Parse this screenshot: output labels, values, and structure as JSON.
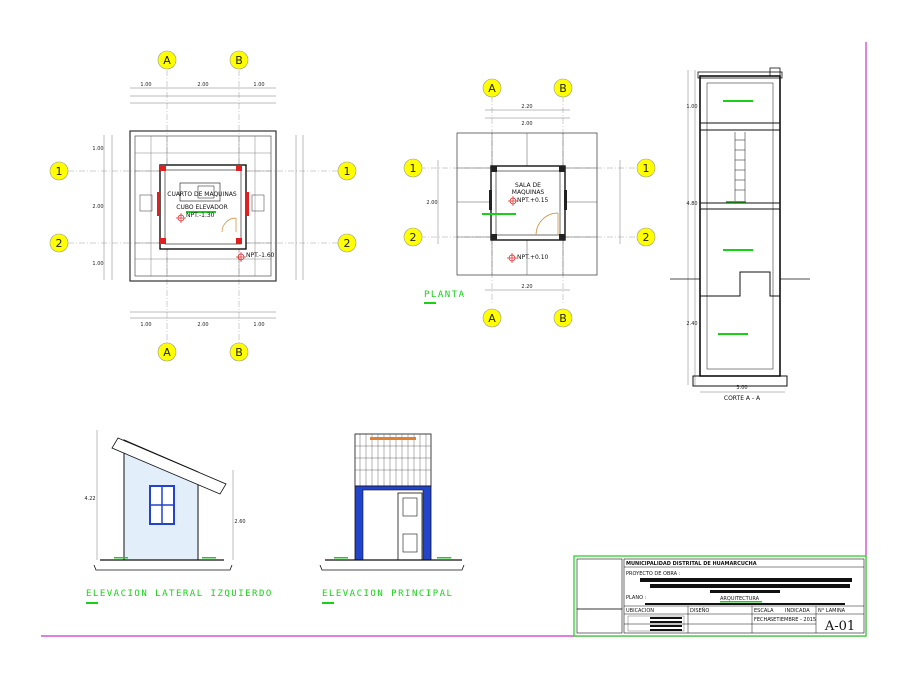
{
  "grid_labels": {
    "col_a": "A",
    "col_b": "B",
    "row_1": "1",
    "row_2": "2"
  },
  "plan_left": {
    "levels": [
      "NPT.-1.30",
      "NPT.-1.60"
    ],
    "labels": [
      "CUARTO DE MAQUINAS",
      "CUBO ELEVADOR"
    ],
    "dims_top": [
      "1.00",
      "2.00",
      "1.00"
    ],
    "dims_bottom": [
      "1.00",
      "2.00",
      "1.00"
    ],
    "dims_side": [
      "1.00",
      "2.00",
      "1.00"
    ]
  },
  "plan_right": {
    "room_line1": "SALA DE",
    "room_line2": "MAQUINAS",
    "levels": [
      "NPT.+0.15",
      "NPT.+0.10"
    ],
    "dims_top": [
      "2.20",
      "2.00"
    ],
    "dims_side": [
      "2.00"
    ],
    "dims_bottom": [
      "2.20"
    ],
    "title": "PLANTA"
  },
  "section": {
    "dims_left": [
      "1.00",
      "4.80",
      "2.40"
    ],
    "dim_bottom": "3.00",
    "title": "CORTE A - A"
  },
  "elev_left": {
    "title": "ELEVACION LATERAL IZQUIERDO",
    "dims": [
      "4.22",
      "2.60"
    ]
  },
  "elev_main": {
    "title": "ELEVACION PRINCIPAL"
  },
  "title_block": {
    "institution": "MUNICIPALIDAD DISTRITAL DE HUAMARCUCHA",
    "project_label": "PROYECTO DE OBRA :",
    "plan_label": "PLANO :",
    "specialty": "ARQUITECTURA",
    "location_label": "UBICACION",
    "design_label": "DISEÑO",
    "scale_label": "ESCALA",
    "scale_value": "INDICADA",
    "date_label": "FECHA",
    "date_value": "SETIEMBRE - 2015",
    "sheet_label": "N° LAMINA",
    "sheet_number": "A-01"
  },
  "colors": {
    "border": "#cc33cc",
    "bubble": "#ffff00",
    "accent_green": "#19d019",
    "wall_red": "#e02020",
    "glass_blue": "#2244cc"
  }
}
